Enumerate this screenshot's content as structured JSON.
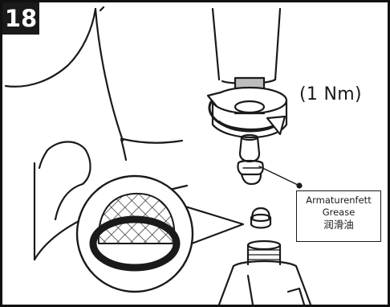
{
  "step": {
    "number": "18"
  },
  "torque": {
    "label": "(1 Nm)"
  },
  "grease": {
    "line_de": "Armaturenfett",
    "line_en": "Grease",
    "line_zh": "润滑油"
  },
  "colors": {
    "line": "#1a1a1a",
    "shading": "#bdbdbd",
    "background": "#ffffff",
    "badge": "#1a1a1a"
  }
}
